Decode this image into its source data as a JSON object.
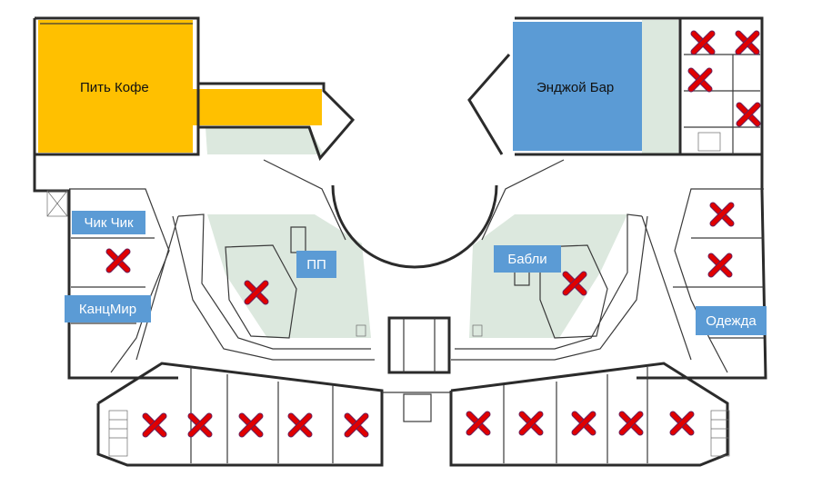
{
  "colors": {
    "cafe": "#ffc000",
    "bar": "#5b9bd5",
    "label": "#5b9bd5",
    "green_zone": "#dce8de",
    "occupied_cross": "#e00000"
  },
  "anchors": {
    "pit_kofe": "Пить Кофе",
    "endzhoy_bar": "Энджой Бар"
  },
  "tenants": {
    "chik_chik": "Чик Чик",
    "kancmir": "КанцМир",
    "pp": "ПП",
    "babli": "Бабли",
    "odezhda": "Одежда"
  },
  "occupied_marker": "cross-icon"
}
